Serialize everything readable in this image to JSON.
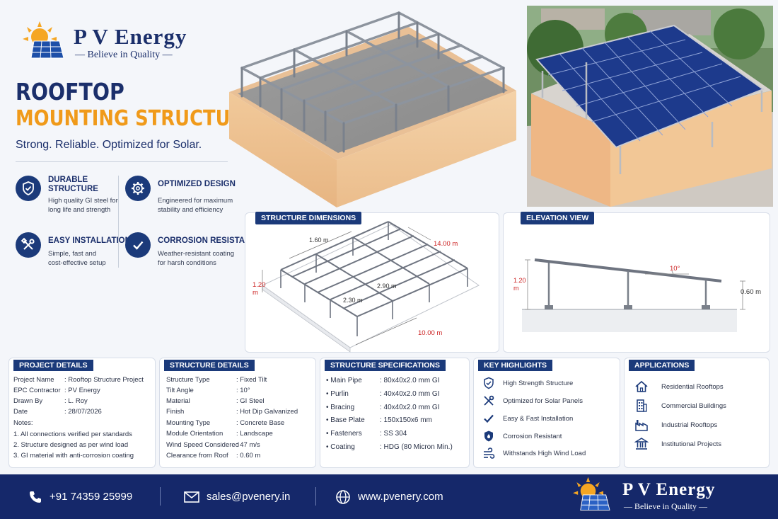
{
  "brand": {
    "name": "P V Energy",
    "tagline": "— Believe in Quality —"
  },
  "hero": {
    "title": "ROOFTOP",
    "subtitle": "MOUNTING STRUCTURE",
    "tagline": "Strong. Reliable. Optimized for Solar."
  },
  "features": [
    {
      "title1": "DURABLE",
      "title2": "STRUCTURE",
      "desc1": "High quality GI steel for",
      "desc2": "long life and strength",
      "icon": "shield-check-icon"
    },
    {
      "title1": "OPTIMIZED DESIGN",
      "title2": "",
      "desc1": "Engineered for maximum",
      "desc2": "stability and efficiency",
      "icon": "gear-icon"
    },
    {
      "title1": "EASY INSTALLATION",
      "title2": "",
      "desc1": "Simple, fast and",
      "desc2": "cost-effective setup",
      "icon": "tools-icon"
    },
    {
      "title1": "CORROSION RESISTANT",
      "title2": "",
      "desc1": "Weather-resistant coating",
      "desc2": "for harsh conditions",
      "icon": "check-icon"
    }
  ],
  "dimensions": {
    "label": "STRUCTURE DIMENSIONS",
    "top": "1.60 m",
    "length": "14.00 m",
    "height": "1.20 m",
    "width": "10.00 m",
    "span1": "2.90 m",
    "span2": "2.30 m"
  },
  "elevation": {
    "label": "ELEVATION VIEW",
    "angle": "10°",
    "left_height": "1.20 m",
    "right_height": "0.60 m"
  },
  "project": {
    "label": "PROJECT DETAILS",
    "rows": [
      {
        "k": "Project Name",
        "v": ":  Rooftop Structure Project"
      },
      {
        "k": "EPC Contractor",
        "v": ":  PV Energy"
      },
      {
        "k": "Drawn By",
        "v": ":  L. Roy"
      },
      {
        "k": "Date",
        "v": ":  28/07/2026"
      }
    ],
    "notes_title": "Notes:",
    "notes": [
      "1. All connections verified per standards",
      "2. Structure designed as per wind load",
      "3. GI material with anti-corrosion coating"
    ]
  },
  "structure": {
    "label": "STRUCTURE DETAILS",
    "rows": [
      {
        "k": "Structure Type",
        "v": ":  Fixed Tilt"
      },
      {
        "k": "Tilt Angle",
        "v": ":  10°"
      },
      {
        "k": "Material",
        "v": ":  GI Steel"
      },
      {
        "k": "Finish",
        "v": ":  Hot Dip Galvanized"
      },
      {
        "k": "Mounting Type",
        "v": ":  Concrete Base"
      },
      {
        "k": "Module Orientation",
        "v": ":  Landscape"
      },
      {
        "k": "Wind Speed Considered",
        "v": ":  47 m/s"
      },
      {
        "k": "Clearance from Roof",
        "v": ":  0.60 m"
      }
    ]
  },
  "specs": {
    "label": "STRUCTURE SPECIFICATIONS",
    "rows": [
      {
        "k": "Main Pipe",
        "v": ":  80x40x2.0 mm GI"
      },
      {
        "k": "Purlin",
        "v": ":  40x40x2.0 mm GI"
      },
      {
        "k": "Bracing",
        "v": ":  40x40x2.0 mm GI"
      },
      {
        "k": "Base Plate",
        "v": ":  150x150x6 mm"
      },
      {
        "k": "Fasteners",
        "v": ":  SS 304"
      },
      {
        "k": "Coating",
        "v": ":  HDG (80 Micron Min.)"
      }
    ]
  },
  "highlights": {
    "label": "KEY HIGHLIGHTS",
    "items": [
      {
        "text": "High Strength Structure",
        "icon": "shield-icon"
      },
      {
        "text": "Optimized for Solar Panels",
        "icon": "tools-icon"
      },
      {
        "text": "Easy & Fast Installation",
        "icon": "check-icon"
      },
      {
        "text": "Corrosion Resistant",
        "icon": "drop-shield-icon"
      },
      {
        "text": "Withstands High Wind Load",
        "icon": "wind-icon"
      }
    ]
  },
  "applications": {
    "label": "APPLICATIONS",
    "items": [
      {
        "text": "Residential Rooftops",
        "icon": "house-icon"
      },
      {
        "text": "Commercial Buildings",
        "icon": "building-icon"
      },
      {
        "text": "Industrial Rooftops",
        "icon": "factory-icon"
      },
      {
        "text": "Institutional Projects",
        "icon": "institution-icon"
      }
    ]
  },
  "footer": {
    "phone": "+91 74359 25999",
    "email": "sales@pvenery.in",
    "web": "www.pvenery.com"
  },
  "colors": {
    "navy": "#1b3a7a",
    "orange": "#f09a1a",
    "footer": "#15286a"
  }
}
